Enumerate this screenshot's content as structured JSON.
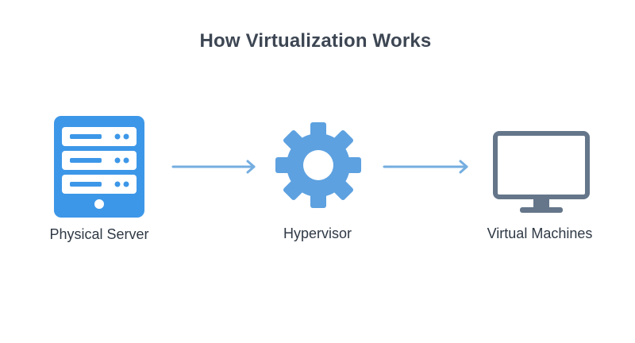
{
  "title": "How Virtualization Works",
  "nodes": [
    {
      "label": "Physical Server",
      "icon": "server-icon"
    },
    {
      "label": "Hypervisor",
      "icon": "gear-icon"
    },
    {
      "label": "Virtual Machines",
      "icon": "monitor-icon"
    }
  ],
  "colors": {
    "server": "#3d97e8",
    "gear": "#5da1e0",
    "monitor": "#65768a",
    "arrow": "#75aee0",
    "title": "#3d4653",
    "label": "#2f3945"
  }
}
